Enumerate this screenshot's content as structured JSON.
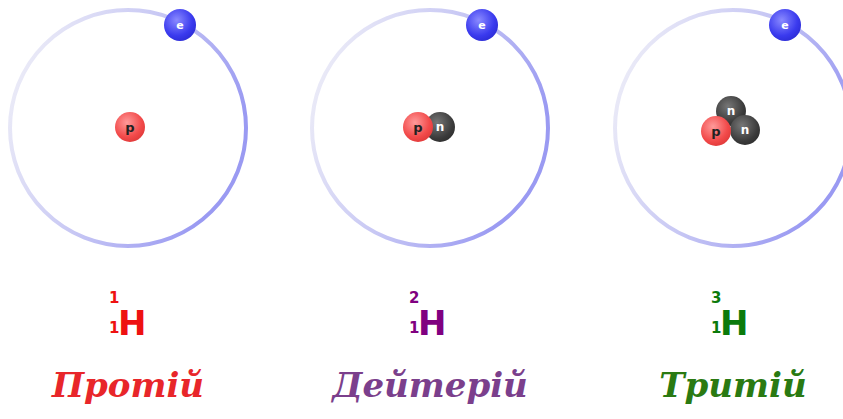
{
  "diagram": {
    "nodes": [
      {
        "text": [
          "e"
        ]
      },
      {
        "text": [
          "p"
        ]
      },
      {
        "text": [
          "e"
        ]
      },
      {
        "text": [
          "p"
        ]
      },
      {
        "text": [
          "n"
        ]
      },
      {
        "text": [
          "e"
        ]
      },
      {
        "text": [
          "n"
        ]
      },
      {
        "text": [
          "p"
        ]
      },
      {
        "text": [
          "n"
        ]
      }
    ],
    "labels": [
      "1",
      "1",
      "H",
      "Протій",
      "2",
      "1",
      "H",
      "Дейтерій",
      "3",
      "1",
      "H",
      "Тритій"
    ]
  }
}
